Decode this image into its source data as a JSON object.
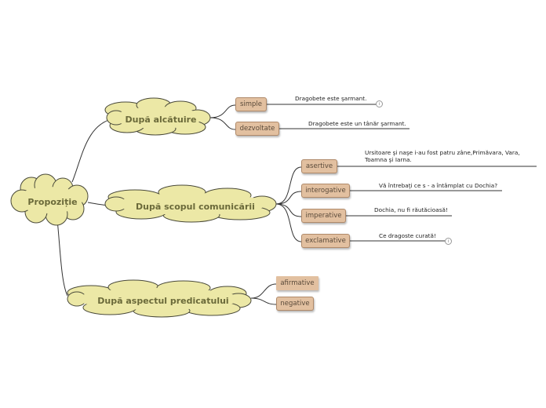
{
  "root": {
    "label": "Propoziție"
  },
  "branches": [
    {
      "label": "După alcătuire",
      "children": [
        {
          "label": "simple",
          "note": "Dragobete este şarmant."
        },
        {
          "label": "dezvoltate",
          "note": "Dragobete este un tânăr şarmant."
        }
      ]
    },
    {
      "label": "După scopul comunicării",
      "children": [
        {
          "label": "asertive",
          "note": "Ursitoare şi naşe i-au fost patru zâne,Primăvara, Vara, Toamna şi Iarna."
        },
        {
          "label": "interogative",
          "note": "Vă întrebaţi ce s - a întâmplat cu Dochia?"
        },
        {
          "label": "imperative",
          "note": "Dochia, nu fi răutăcioasă!"
        },
        {
          "label": "exclamative",
          "note": "Ce dragoste curată!"
        }
      ]
    },
    {
      "label": "După aspectul predicatului",
      "children": [
        {
          "label": "afirmative"
        },
        {
          "label": "negative"
        }
      ]
    }
  ],
  "icons": {
    "info": "info-icon",
    "info_symbol": "i"
  },
  "colors": {
    "cloud_fill": "#ece8a6",
    "cloud_text": "#6b6a3a",
    "topic_fill": "#e2c0a0",
    "line": "#333333"
  }
}
